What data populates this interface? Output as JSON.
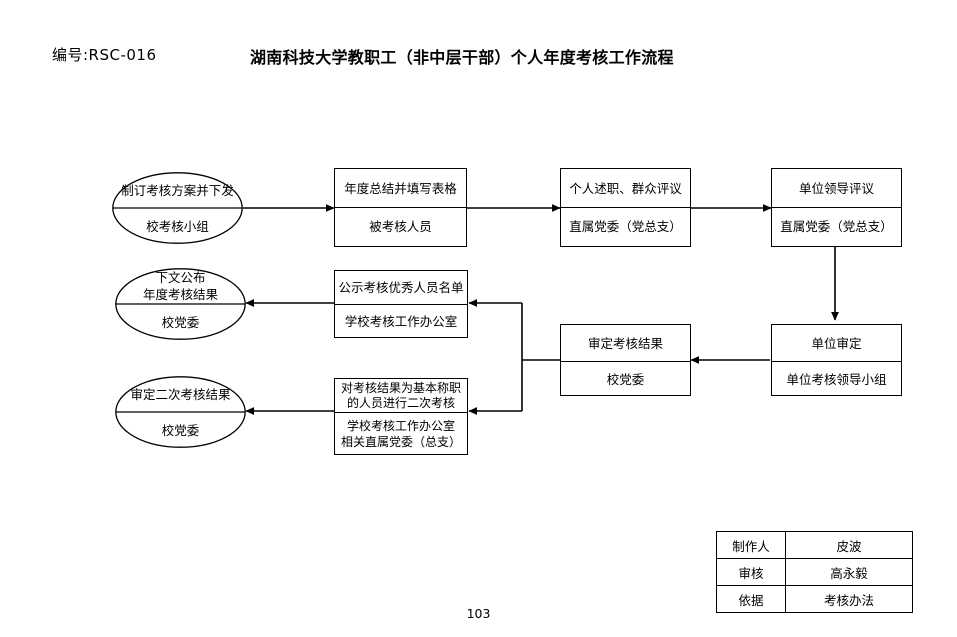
{
  "header": {
    "doc_code": "编号:RSC-016",
    "title": "湖南科技大学教职工（非中层干部）个人年度考核工作流程"
  },
  "nodes": {
    "n1": {
      "shape": "ellipse",
      "top_lines": [
        "制订考核方案并下发"
      ],
      "bottom_lines": [
        "校考核小组"
      ]
    },
    "n2": {
      "shape": "rect",
      "top_lines": [
        "年度总结并填写表格"
      ],
      "bottom_lines": [
        "被考核人员"
      ]
    },
    "n3": {
      "shape": "rect",
      "top_lines": [
        "个人述职、群众评议"
      ],
      "bottom_lines": [
        "直属党委（党总支）"
      ]
    },
    "n4": {
      "shape": "rect",
      "top_lines": [
        "单位领导评议"
      ],
      "bottom_lines": [
        "直属党委（党总支）"
      ]
    },
    "n5": {
      "shape": "rect",
      "top_lines": [
        "单位审定"
      ],
      "bottom_lines": [
        "单位考核领导小组"
      ]
    },
    "n6": {
      "shape": "rect",
      "top_lines": [
        "审定考核结果"
      ],
      "bottom_lines": [
        "校党委"
      ]
    },
    "n7": {
      "shape": "rect",
      "top_lines": [
        "公示考核优秀人员名单"
      ],
      "bottom_lines": [
        "学校考核工作办公室"
      ]
    },
    "n8": {
      "shape": "ellipse",
      "top_lines": [
        "下文公布",
        "年度考核结果"
      ],
      "bottom_lines": [
        "校党委"
      ]
    },
    "n9": {
      "shape": "rect",
      "top_lines": [
        "对考核结果为基本称职",
        "的人员进行二次考核"
      ],
      "bottom_lines": [
        "学校考核工作办公室",
        "相关直属党委（总支）"
      ]
    },
    "n10": {
      "shape": "ellipse",
      "top_lines": [
        "审定二次考核结果"
      ],
      "bottom_lines": [
        "校党委"
      ]
    }
  },
  "sig_table": {
    "rows": [
      {
        "label": "制作人",
        "value": "皮波"
      },
      {
        "label": "审核",
        "value": "高永毅"
      },
      {
        "label": "依据",
        "value": "考核办法"
      }
    ]
  },
  "footer": {
    "page_number": "103"
  },
  "colors": {
    "line": "#000000",
    "background": "#ffffff",
    "text": "#000000"
  }
}
